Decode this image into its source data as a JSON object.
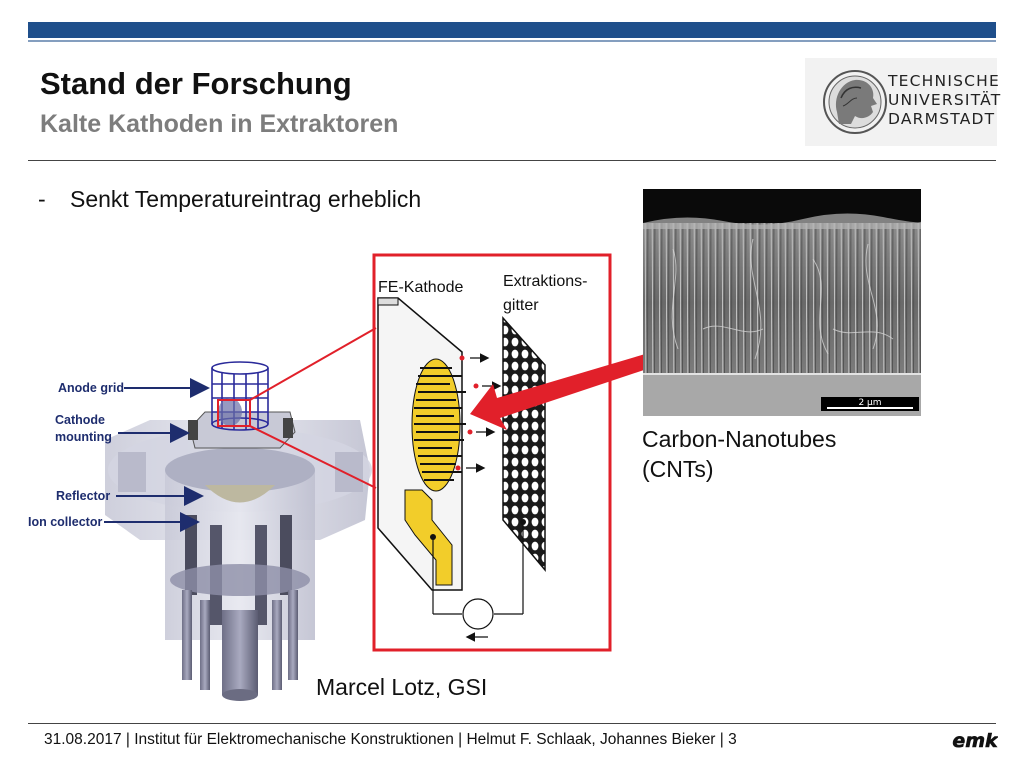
{
  "slide": {
    "title": "Stand der Forschung",
    "subtitle": "Kalte Kathoden in Extraktoren",
    "bullet_marker": "-",
    "bullet": "Senkt Temperatureintrag erheblich"
  },
  "logo": {
    "lines": [
      "TECHNISCHE",
      "UNIVERSITÄT",
      "DARMSTADT"
    ]
  },
  "diagram": {
    "labels": {
      "anode_grid": "Anode grid",
      "cathode_line1": "Cathode",
      "cathode_line2": "mounting",
      "reflector": "Reflector",
      "ion_collector": "Ion collector"
    },
    "inset": {
      "fe_cathode": "FE-Kathode",
      "grid_line1": "Extraktions-",
      "grid_line2": "gitter"
    },
    "scale_bar": "2 µm",
    "colors": {
      "highlight_red": "#e1202a",
      "arrow_navy": "#1e2d6e",
      "cathode_yellow": "#f2cd2a"
    }
  },
  "caption": {
    "line1": "Carbon-Nanotubes",
    "line2": "(CNTs)",
    "credit": "Marcel Lotz, GSI"
  },
  "footer": {
    "text": "31.08.2017  |  Institut für Elektromechanische Konstruktionen  |  Helmut F. Schlaak, Johannes Bieker   |  3",
    "logo_text": "emk"
  }
}
